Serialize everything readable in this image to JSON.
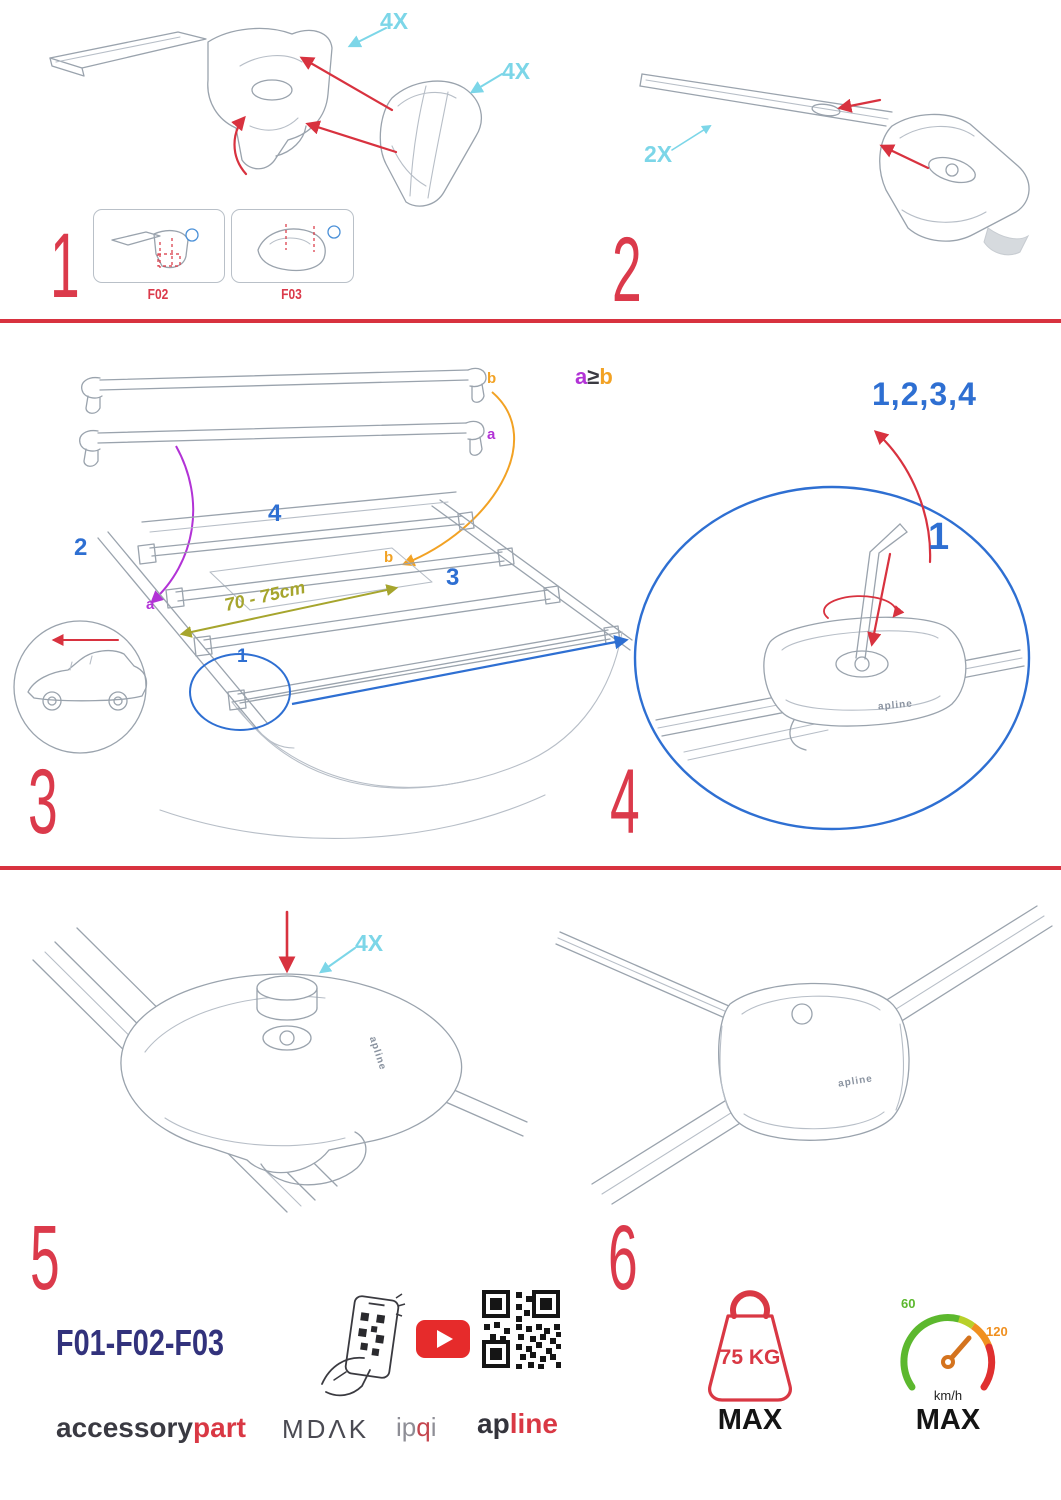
{
  "colors": {
    "accent_red": "#db3a4b",
    "arrow_red": "#d8323f",
    "cyan": "#7cd6e8",
    "blue": "#2e6fd2",
    "purple": "#b233d6",
    "orange": "#f2a224",
    "olive": "#a6a52d",
    "navy_codes": "#32327c",
    "sketch_gray": "#9aa3ad",
    "brand_red": "#d93844",
    "youtube_red": "#e62b2b",
    "speed_green": "#5cb82e",
    "speed_orange": "#f09020"
  },
  "step1": {
    "number": "1",
    "qty_a": "4X",
    "qty_b": "4X",
    "box1_label": "F02",
    "box2_label": "F03"
  },
  "step2": {
    "number": "2",
    "qty": "2X"
  },
  "step3": {
    "number": "3",
    "bar_b": "b",
    "bar_a": "a",
    "rule_a": "a",
    "rule_op": "≥",
    "rule_b": "b",
    "dim": "70 - 75cm",
    "pos1": "1",
    "pos2": "2",
    "pos3": "3",
    "pos4": "4",
    "roof_a": "a",
    "roof_b": "b"
  },
  "step4": {
    "number": "4",
    "sequence": "1,2,3,4",
    "first": "1",
    "logo": "apline"
  },
  "step5": {
    "number": "5",
    "qty": "4X",
    "logo": "apline"
  },
  "step6": {
    "number": "6",
    "logo": "apline"
  },
  "footer": {
    "codes": "F01-F02-F03",
    "brand_accessory": "accessory",
    "brand_part": "part",
    "mdak": "MDΛK",
    "ipqi_1": "ip",
    "ipqi_2": "q",
    "ipqi_3": "i",
    "apline_1": "ap",
    "apline_2": "line",
    "weight_value": "75 KG",
    "weight_max": "MAX",
    "speed_low": "60",
    "speed_high": "120",
    "speed_unit": "km/h",
    "speed_max": "MAX"
  }
}
